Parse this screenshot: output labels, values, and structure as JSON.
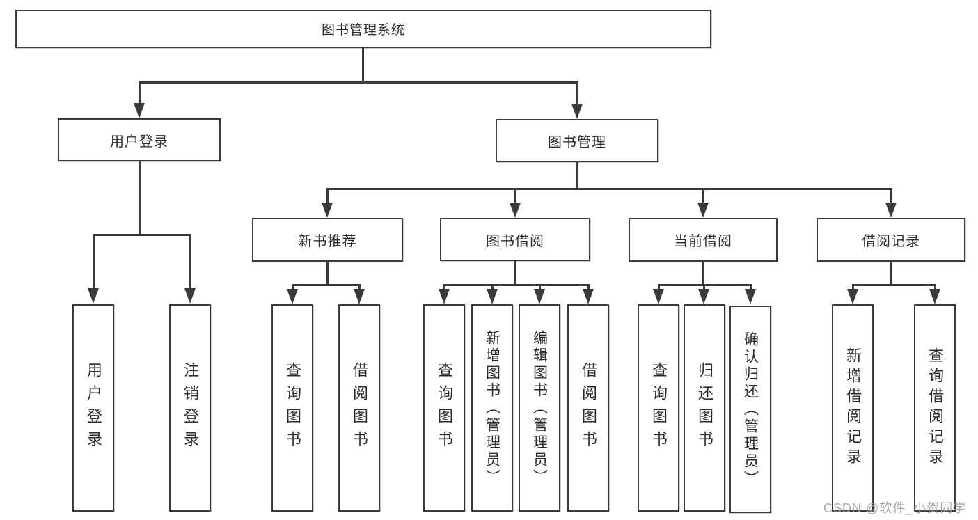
{
  "diagram": {
    "type": "tree-functional-structure",
    "watermark": "CSDN @软件_小贺同学",
    "colors": {
      "background": "#ffffff",
      "line": "#3a3a3a",
      "box_border": "#3a3a3a",
      "box_fill": "#ffffff",
      "text": "#2b2b2b",
      "watermark": "#a8a8a8"
    },
    "tree": {
      "root": {
        "label": "图书管理系统"
      },
      "level2": [
        {
          "label": "用户登录",
          "leaves": [
            {
              "label": "用户登录"
            },
            {
              "label": "注销登录"
            }
          ]
        },
        {
          "label": "图书管理",
          "groups": [
            {
              "label": "新书推荐",
              "leaves": [
                {
                  "label": "查询图书"
                },
                {
                  "label": "借阅图书"
                }
              ]
            },
            {
              "label": "图书借阅",
              "leaves": [
                {
                  "label": "查询图书"
                },
                {
                  "label": "新增图书（管理员）"
                },
                {
                  "label": "编辑图书（管理员）"
                },
                {
                  "label": "借阅图书"
                }
              ]
            },
            {
              "label": "当前借阅",
              "leaves": [
                {
                  "label": "查询图书"
                },
                {
                  "label": "归还图书"
                },
                {
                  "label": "确认归还（管理员）"
                }
              ]
            },
            {
              "label": "借阅记录",
              "leaves": [
                {
                  "label": "新增借阅记录"
                },
                {
                  "label": "查询借阅记录"
                }
              ]
            }
          ]
        }
      ]
    }
  }
}
